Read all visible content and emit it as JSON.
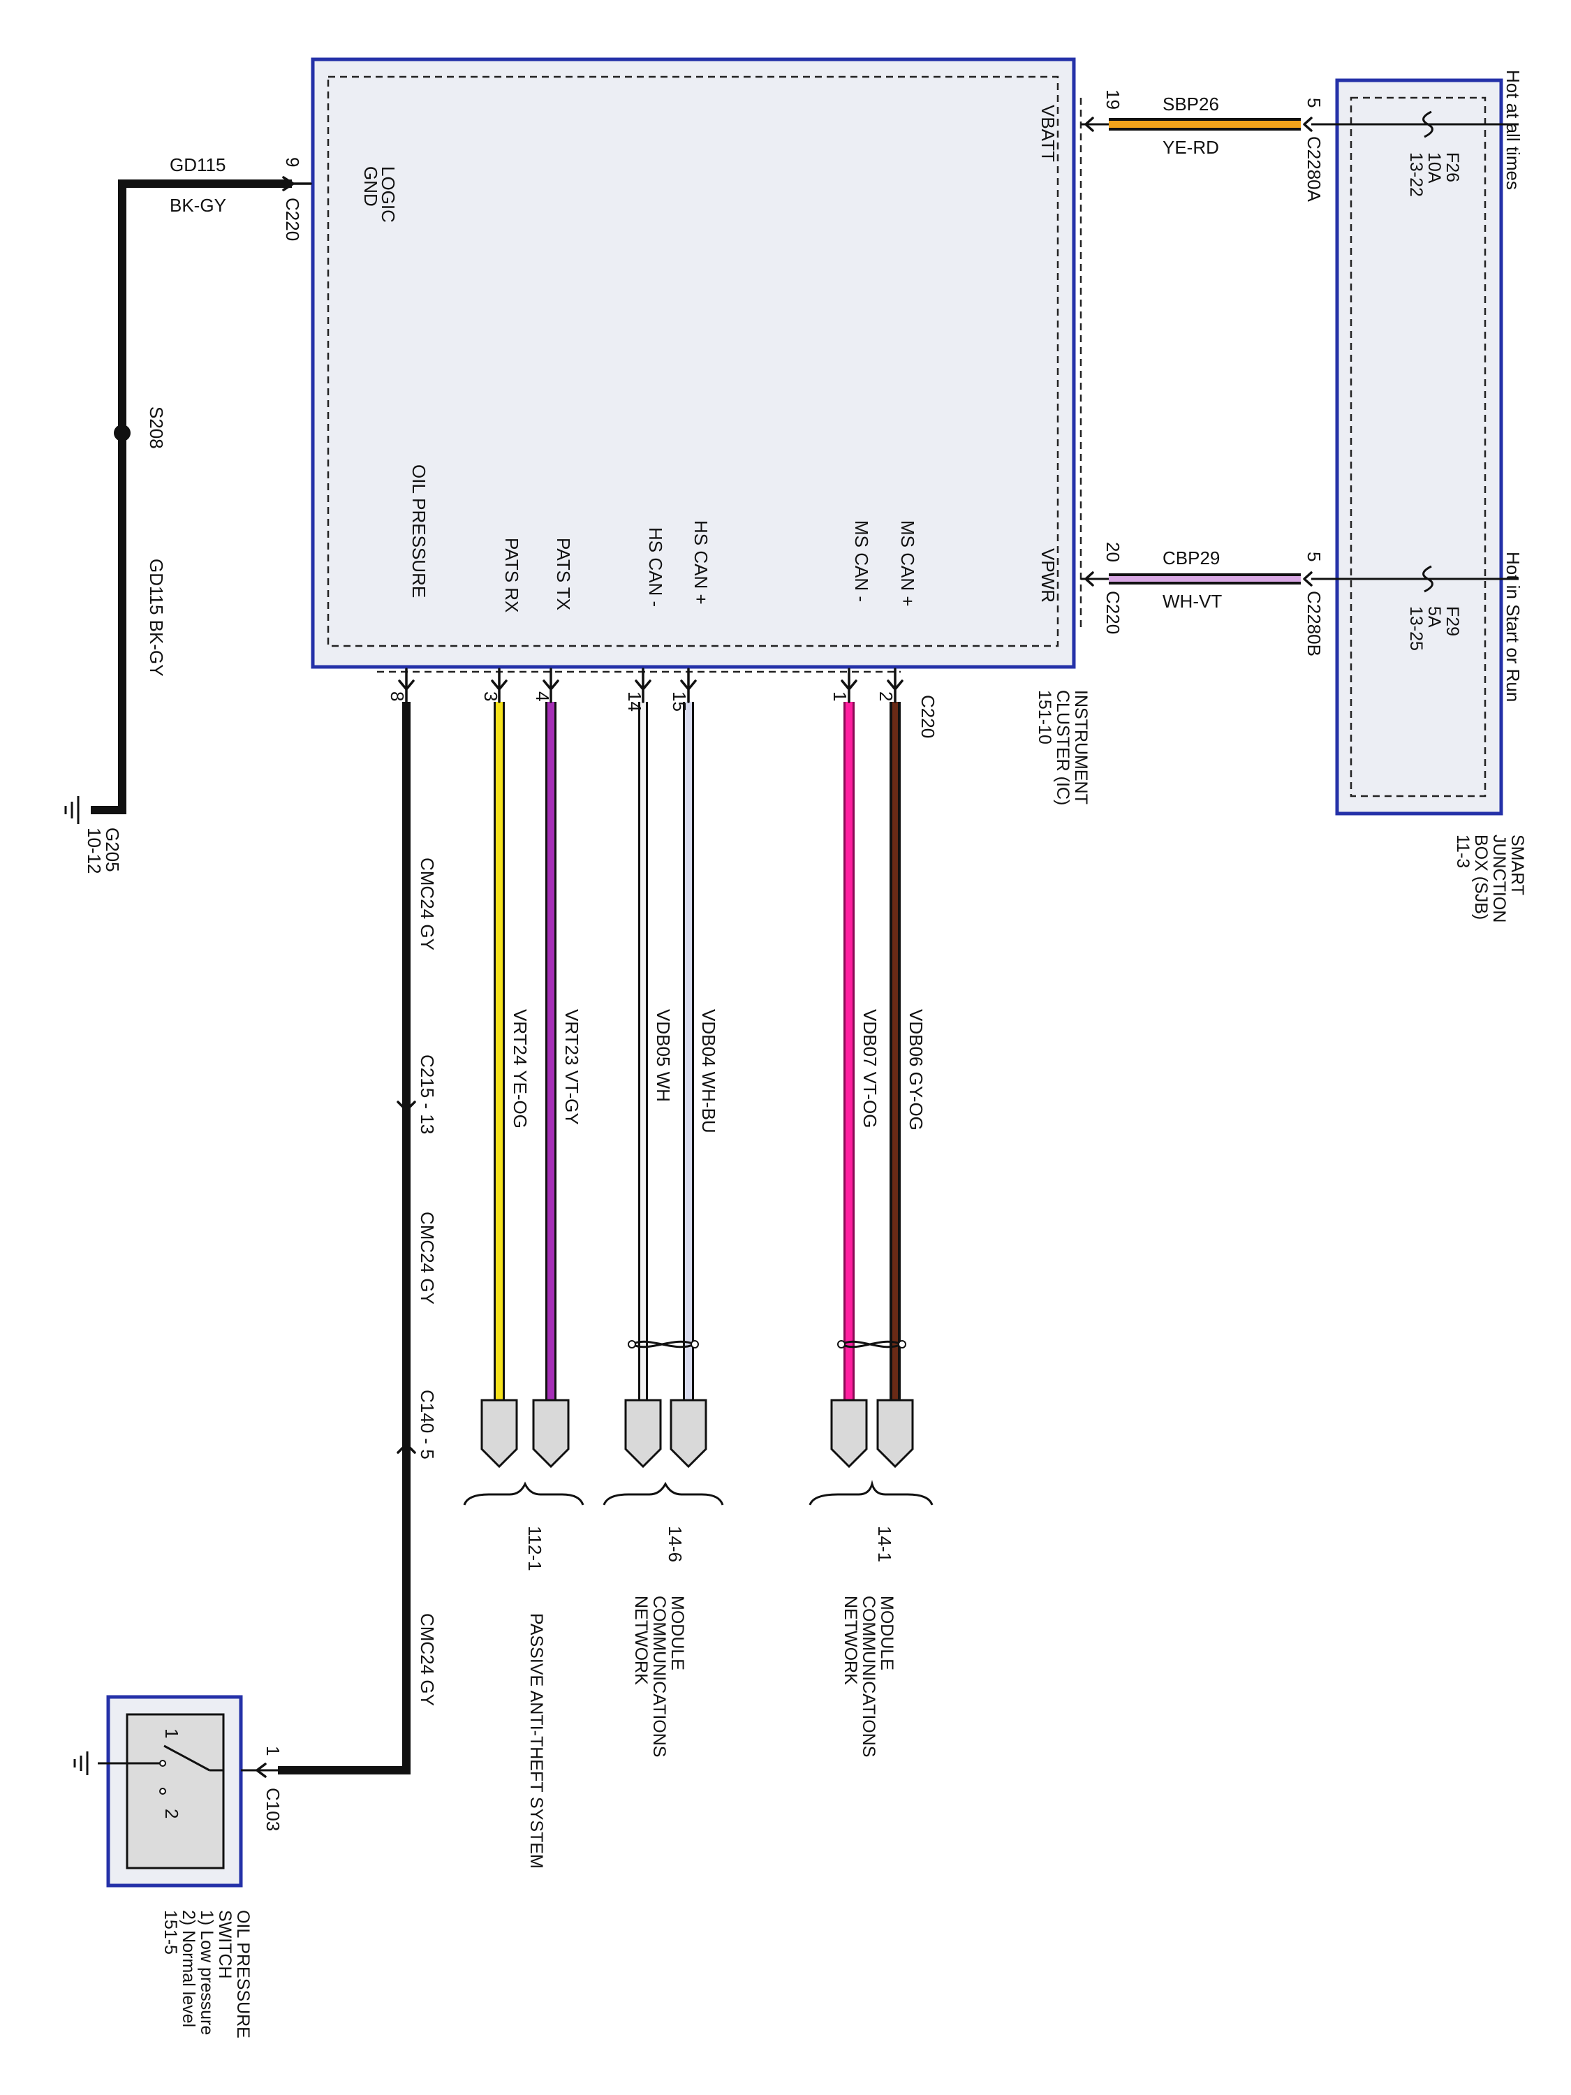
{
  "colors": {
    "module_border": "#2431a8",
    "module_fill": "#eceef4",
    "ground_wire": "#111111",
    "ye_rd": "#f2a31b",
    "wh_vt": "#d9a8e4",
    "gy_og": "#6a2a16",
    "vt_og": "#ff1fa0",
    "wh": "#f2f2f2",
    "wh_bu": "#d9dcef",
    "vt_gy": "#a52fb6",
    "ye_og": "#f5e21c",
    "gy": "#111111"
  },
  "instrument_cluster": {
    "name": "INSTRUMENT CLUSTER (IC)",
    "ref": "151-10",
    "pins": {
      "logic_gnd": "LOGIC GND",
      "vbatt": "VBATT",
      "vpwr": "VPWR",
      "ms_can_plus": "MS CAN +",
      "ms_can_minus": "MS CAN -",
      "hs_can_plus": "HS CAN +",
      "hs_can_minus": "HS CAN -",
      "pats_tx": "PATS TX",
      "pats_rx": "PATS RX",
      "oil_pressure": "OIL PRESSURE"
    }
  },
  "sjb": {
    "name": "SMART JUNCTION BOX (SJB)",
    "ref": "11-3",
    "hot_always": "Hot at all times",
    "hot_start_run": "Hot in Start or Run",
    "fuse1": {
      "name": "F26",
      "rating": "10A",
      "ref": "13-22"
    },
    "fuse2": {
      "name": "F29",
      "rating": "5A",
      "ref": "13-25"
    }
  },
  "circuits": {
    "sbp26": {
      "circuit": "SBP26",
      "color": "YE-RD",
      "pin_ic": "19",
      "pin_sjb": "5",
      "conn_sjb": "C2280A"
    },
    "cbp29": {
      "circuit": "CBP29",
      "color": "WH-VT",
      "pin_ic": "20",
      "conn_ic": "C220",
      "pin_sjb": "5",
      "conn_sjb": "C2280B"
    },
    "gd115": {
      "circuit": "GD115",
      "color": "BK-GY",
      "pin": "9",
      "conn": "C220",
      "splice": "S208",
      "ground": "G205",
      "ground_ref": "10-12",
      "lower_label": "GD115   BK-GY"
    },
    "vdb06": {
      "label": "VDB06   GY-OG",
      "pin": "2"
    },
    "vdb07": {
      "label": "VDB07   VT-OG",
      "pin": "1"
    },
    "vdb04": {
      "label": "VDB04   WH-BU",
      "pin": "15"
    },
    "vdb05": {
      "label": "VDB05   WH",
      "pin": "14"
    },
    "vrt23": {
      "label": "VRT23   VT-GY",
      "pin": "4"
    },
    "vrt24": {
      "label": "VRT24   YE-OG",
      "pin": "3"
    },
    "cmc24": {
      "label": "CMC24   GY",
      "pin": "8",
      "c215": "C215 - 13",
      "c140": "C140 - 5",
      "c103_pin": "1",
      "c103": "C103"
    },
    "c220_top": "C220"
  },
  "refs": {
    "net_ms": {
      "ref": "14-1",
      "label": "MODULE COMMUNICATIONS NETWORK"
    },
    "net_hs": {
      "ref": "14-6",
      "label": "MODULE COMMUNICATIONS NETWORK"
    },
    "pats": {
      "ref": "112-1",
      "label": "PASSIVE ANTI-THEFT SYSTEM"
    }
  },
  "oil_switch": {
    "title": "OIL PRESSURE SWITCH",
    "line1": "1) Low pressure",
    "line2": "2) Normal level",
    "ref": "151-5",
    "pos1": "1",
    "pos2": "2"
  }
}
